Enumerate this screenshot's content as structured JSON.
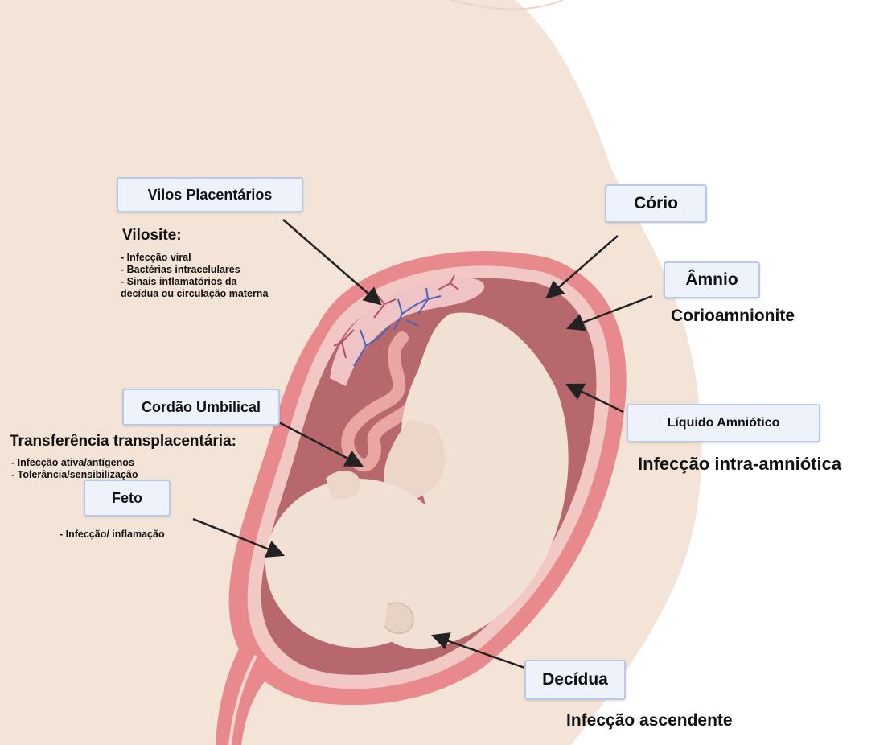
{
  "labels": {
    "vilos": "Vilos Placentários",
    "corio": "Cório",
    "amnio": "Âmnio",
    "cordao": "Cordão Umbilical",
    "liquido": "Líquido Amniótico",
    "feto": "Feto",
    "decidua": "Decídua"
  },
  "vilosite": {
    "title": "Vilosite:",
    "items": [
      "- Infecção viral",
      "- Bactérias intracelulares",
      "- Sinais inflamatórios da",
      "decídua ou circulação materna"
    ]
  },
  "transfer": {
    "title": "Transferência transplacentária:",
    "items": [
      "- Infecção ativa/antígenos",
      "- Tolerância/sensibilização"
    ]
  },
  "feto_notes": {
    "items": [
      "- Infecção/ inflamação"
    ]
  },
  "conditions": {
    "corioamnionite": "Corioamnionite",
    "intra_amniotica": "Infecção intra-amniótica",
    "ascendente": "Infecção ascendente"
  },
  "colors": {
    "skin": "#f3e3d6",
    "uterus_wall": "#e7898c",
    "uterus_dark": "#cf6b70",
    "amniotic_fluid": "#b3686d",
    "fetus": "#f1e1d5",
    "villi_blue": "#4b62b8",
    "villi_red": "#b4505a",
    "label_bg": "#eef2fb",
    "label_border": "#b9c9ea"
  }
}
